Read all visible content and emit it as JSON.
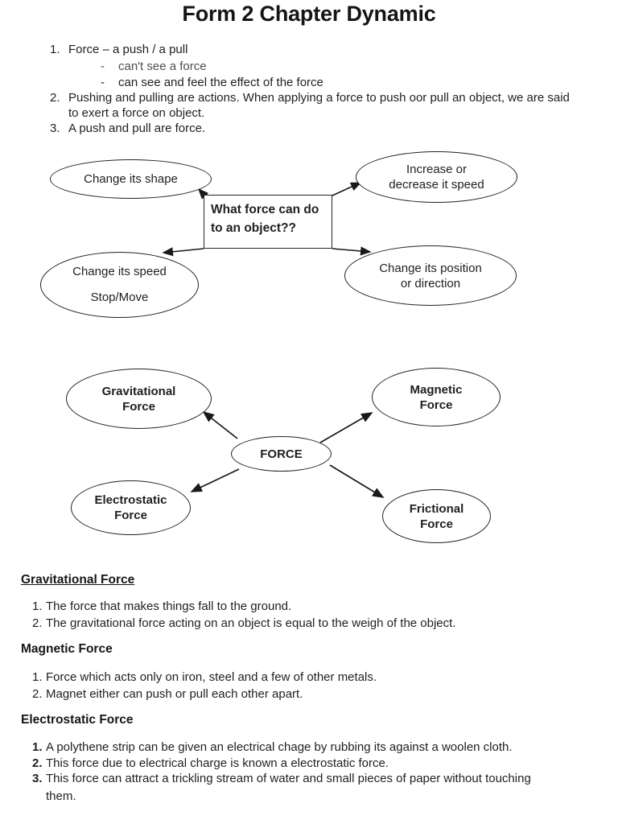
{
  "title": "Form 2 Chapter Dynamic",
  "colors": {
    "text": "#1f1f1f",
    "muted_note": "#4f4f4f",
    "line": "#222222"
  },
  "intro": {
    "item1": {
      "num": "1.",
      "text": "Force – a push / a pull"
    },
    "sub1": {
      "dash": "-",
      "text": "can't see a force"
    },
    "sub2": {
      "dash": "-",
      "text": "can see and feel the effect of the force"
    },
    "item2": {
      "num": "2.",
      "line1": "Pushing and pulling are actions. When applying a force to push oor pull an object, we are said",
      "line2": "to exert a force on object."
    },
    "item3": {
      "num": "3.",
      "text": "A push and pull are force."
    }
  },
  "diagram1": {
    "center_box": "What force can do\nto an object??",
    "top_left": "Change its shape",
    "top_right": "Increase or\ndecrease it speed",
    "bottom_left": "Change its speed\n\nStop/Move",
    "bottom_right": "Change its position\nor direction"
  },
  "diagram2": {
    "center": "FORCE",
    "top_left": "Gravitational\nForce",
    "top_right": "Magnetic\nForce",
    "bottom_left": "Electrostatic\nForce",
    "bottom_right": "Frictional\nForce"
  },
  "sections": [
    {
      "heading": "Gravitational Force",
      "items": [
        {
          "num": "1.",
          "text": "The force that makes things fall to the ground."
        },
        {
          "num": "2.",
          "text": "The gravitational force acting on an object is equal to the weigh of the object."
        }
      ]
    },
    {
      "heading": "Magnetic Force",
      "items": [
        {
          "num": "1.",
          "text": "Force which acts only on iron, steel and a few of other metals."
        },
        {
          "num": "2.",
          "text": "Magnet either can push or pull each other apart."
        }
      ]
    },
    {
      "heading": "Electrostatic Force",
      "items": [
        {
          "num": "1.",
          "text": "A polythene strip can be given an electrical chage by rubbing its against a woolen cloth."
        },
        {
          "num": "2.",
          "text": "This force due to electrical charge is known a electrostatic force."
        },
        {
          "num": "3.",
          "text": "This force can attract a trickling stream of water and small pieces of paper without touching"
        },
        {
          "cont": "them."
        }
      ]
    }
  ]
}
